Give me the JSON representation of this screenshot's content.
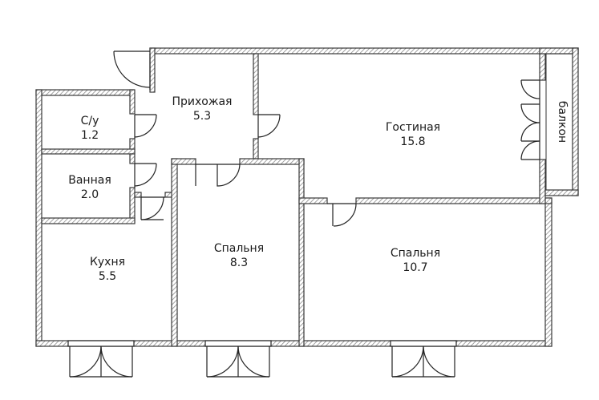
{
  "plan": {
    "colors": {
      "wall": "#555555",
      "wall_hatch": "#9a9a9a",
      "line": "#222222",
      "text": "#1a1a1a",
      "background": "#ffffff"
    },
    "rooms": {
      "toilet": {
        "name": "С/у",
        "area": "1.2"
      },
      "bathroom": {
        "name": "Ванная",
        "area": "2.0"
      },
      "hallway": {
        "name": "Прихожая",
        "area": "5.3"
      },
      "living": {
        "name": "Гостиная",
        "area": "15.8"
      },
      "kitchen": {
        "name": "Кухня",
        "area": "5.5"
      },
      "bedroom_small": {
        "name": "Спальня",
        "area": "8.3"
      },
      "bedroom_large": {
        "name": "Спальня",
        "area": "10.7"
      },
      "balcony": {
        "name": "балкон"
      }
    }
  }
}
